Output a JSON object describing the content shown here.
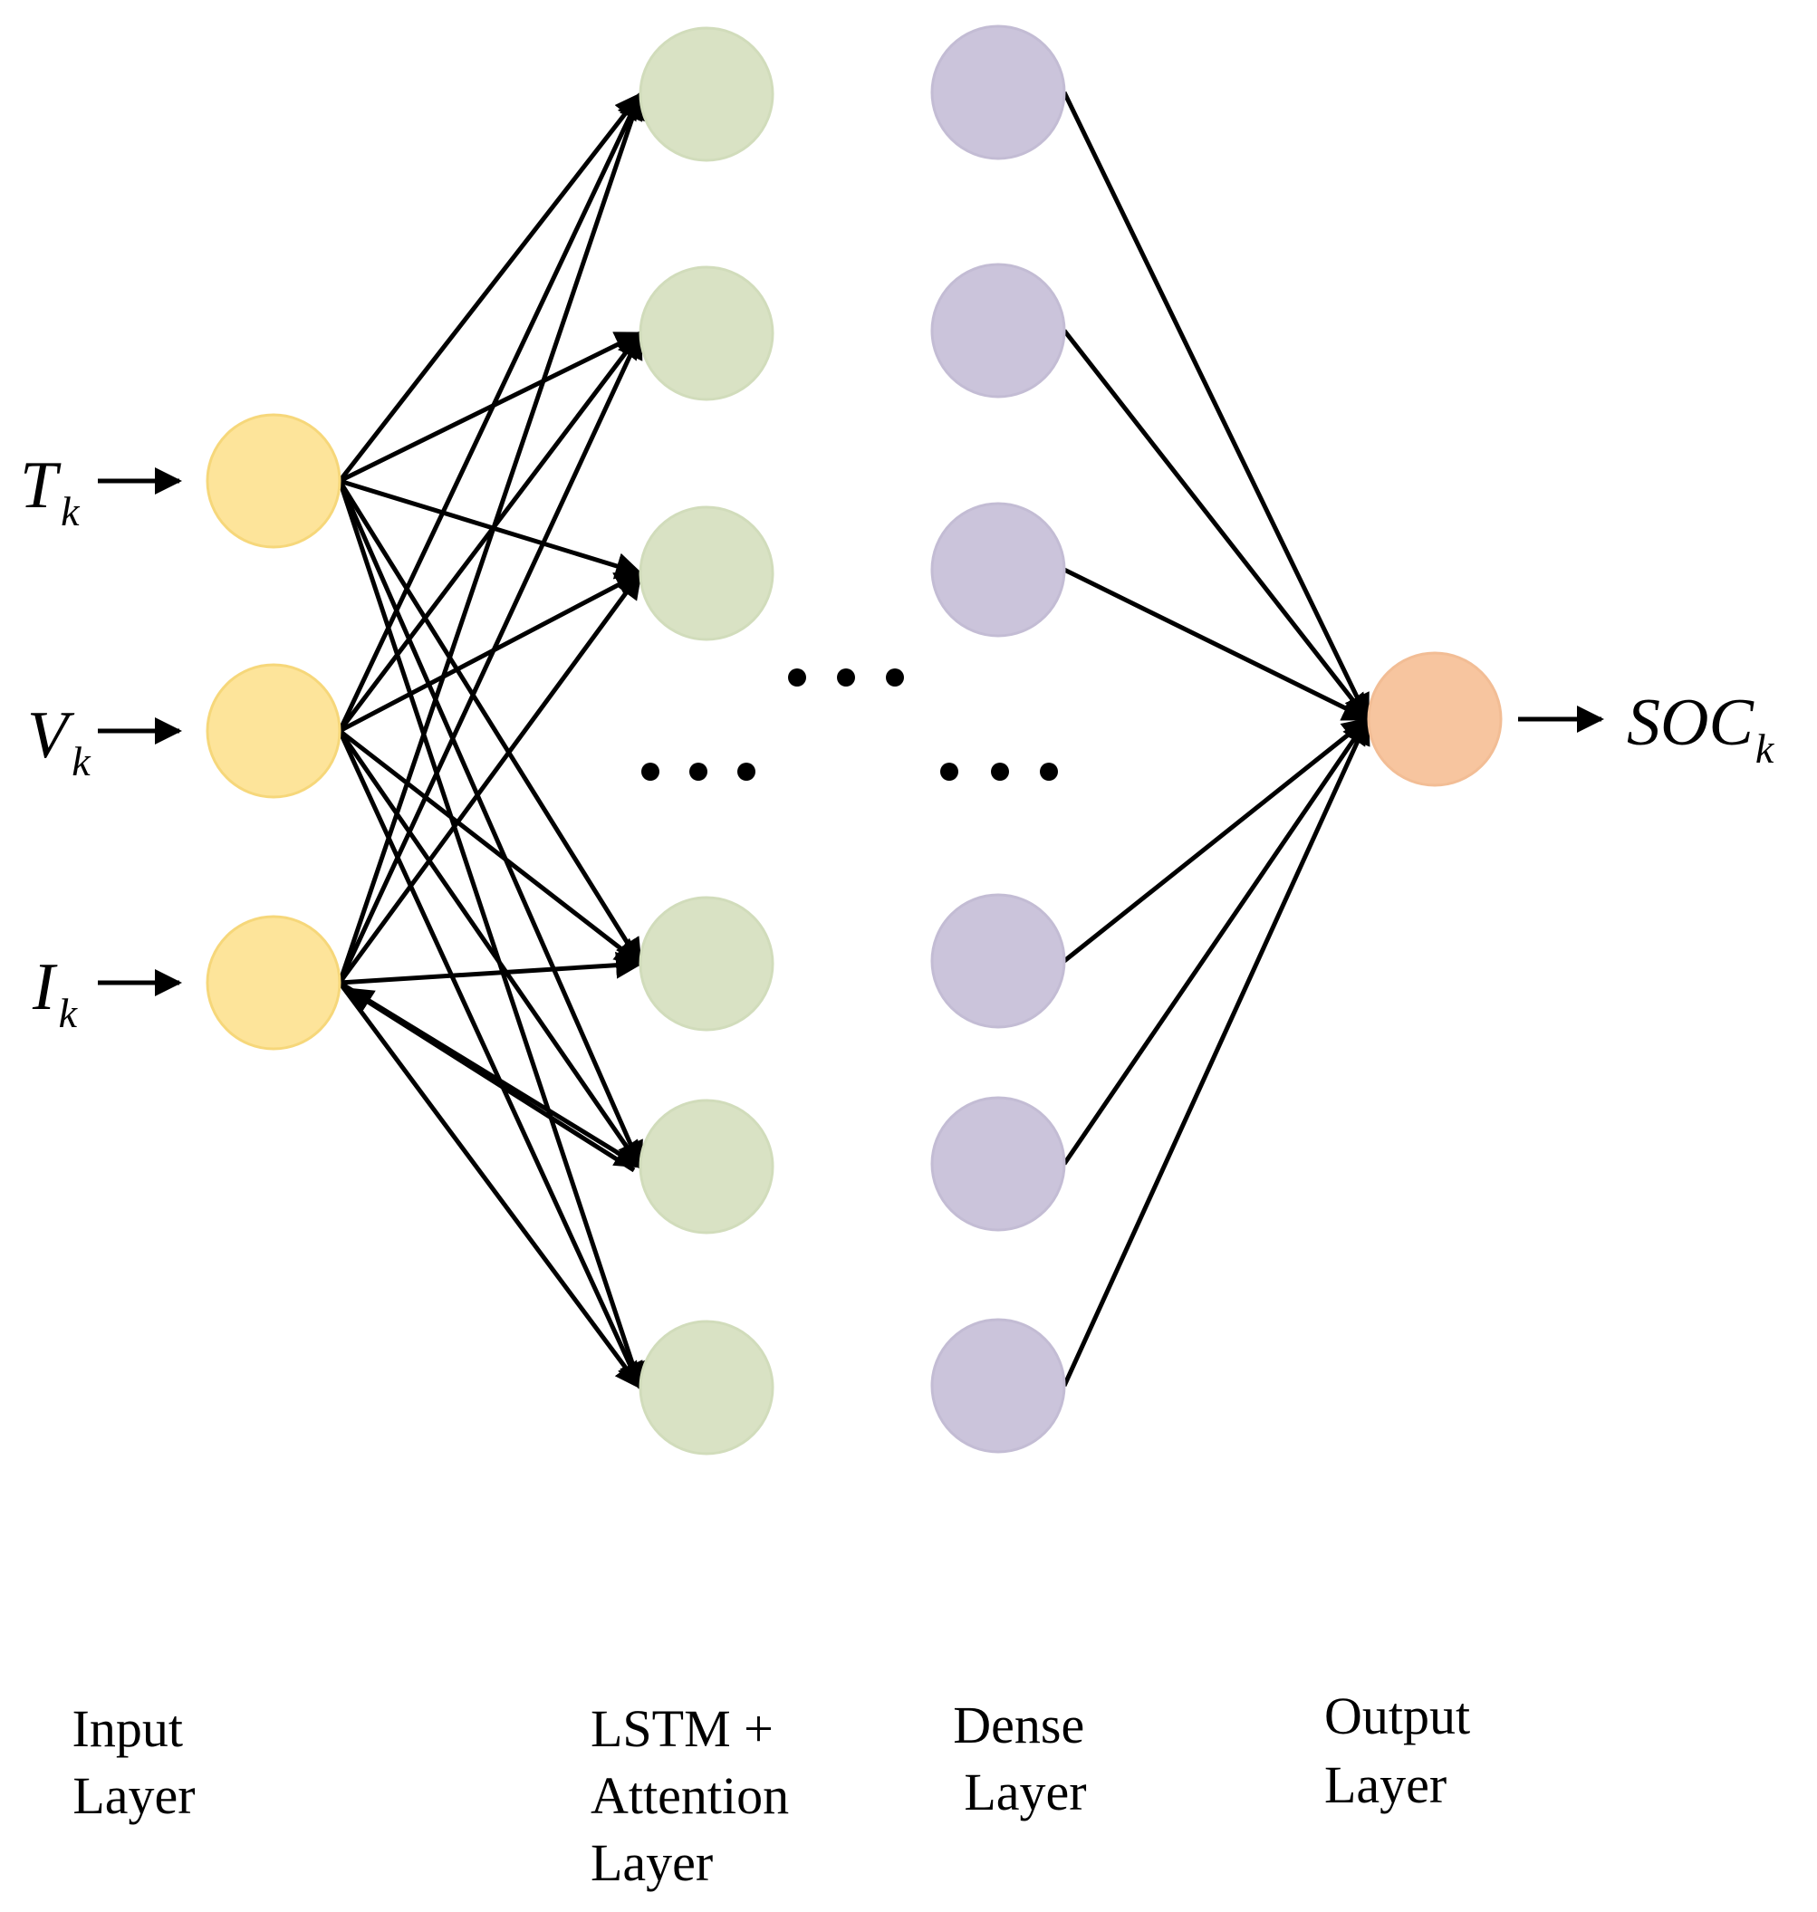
{
  "inputs": [
    {
      "main": "T",
      "sub": "k"
    },
    {
      "main": "V",
      "sub": "k"
    },
    {
      "main": "I",
      "sub": "k"
    }
  ],
  "output": {
    "main": "SOC",
    "sub": "k"
  },
  "layers": [
    {
      "id": "input",
      "lines": [
        "Input",
        "Layer"
      ],
      "color": "#fde49a",
      "stroke": "#f6d77a"
    },
    {
      "id": "lstm",
      "lines": [
        "LSTM +",
        "Attention",
        "Layer"
      ],
      "color": "#d9e2c4",
      "stroke": "#d1dcbb"
    },
    {
      "id": "dense",
      "lines": [
        "Dense",
        "Layer"
      ],
      "color": "#cbc4db",
      "stroke": "#c3bcd4"
    },
    {
      "id": "output",
      "lines": [
        "Output",
        "Layer"
      ],
      "color": "#f7c59f",
      "stroke": "#f2bd95"
    }
  ],
  "ellipsis": "• • •"
}
